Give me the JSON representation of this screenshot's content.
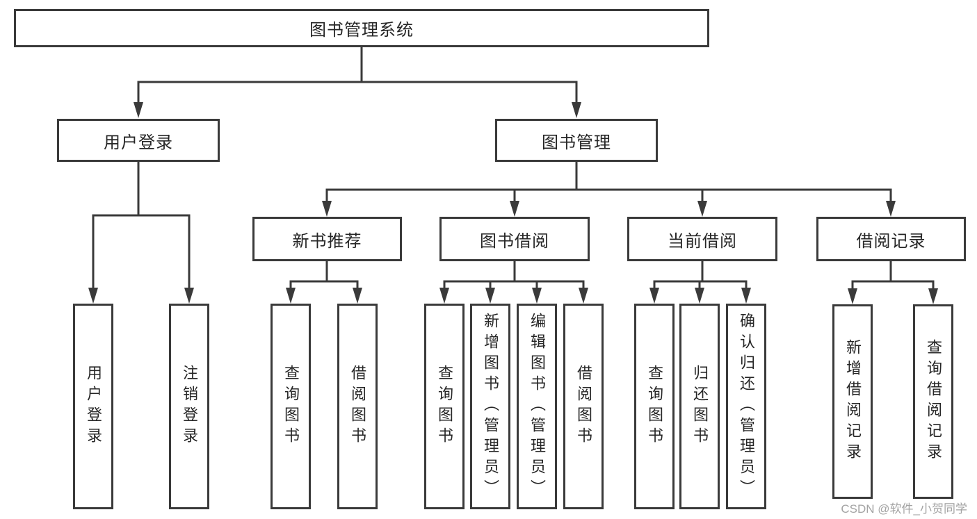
{
  "diagram": {
    "root": {
      "label": "图书管理系统"
    },
    "branches": {
      "user_login": {
        "label": "用户登录",
        "children": {
          "login": {
            "label": "用户登录"
          },
          "logout": {
            "label": "注销登录"
          }
        }
      },
      "book_mgmt": {
        "label": "图书管理",
        "children": {
          "new_book_rec": {
            "label": "新书推荐",
            "children": {
              "query_books": {
                "label": "查询图书"
              },
              "borrow_books": {
                "label": "借阅图书"
              }
            }
          },
          "book_borrow": {
            "label": "图书借阅",
            "children": {
              "query_books": {
                "label": "查询图书"
              },
              "add_books": {
                "label": "新增图书（管理员）"
              },
              "edit_books": {
                "label": "编辑图书（管理员）"
              },
              "borrow_books": {
                "label": "借阅图书"
              }
            }
          },
          "current_borrow": {
            "label": "当前借阅",
            "children": {
              "query_books": {
                "label": "查询图书"
              },
              "return_books": {
                "label": "归还图书"
              },
              "confirm_return": {
                "label": "确认归还（管理员）"
              }
            }
          },
          "borrow_records": {
            "label": "借阅记录",
            "children": {
              "add_record": {
                "label": "新增借阅记录"
              },
              "query_record": {
                "label": "查询借阅记录"
              }
            }
          }
        }
      }
    }
  },
  "watermark": {
    "text": "CSDN @软件_小贺同学"
  },
  "colors": {
    "line": "#3a3a3a",
    "box_border": "#3a3a3a",
    "text": "#262626",
    "watermark_text": "#a3a3a3",
    "background": "#ffffff"
  }
}
